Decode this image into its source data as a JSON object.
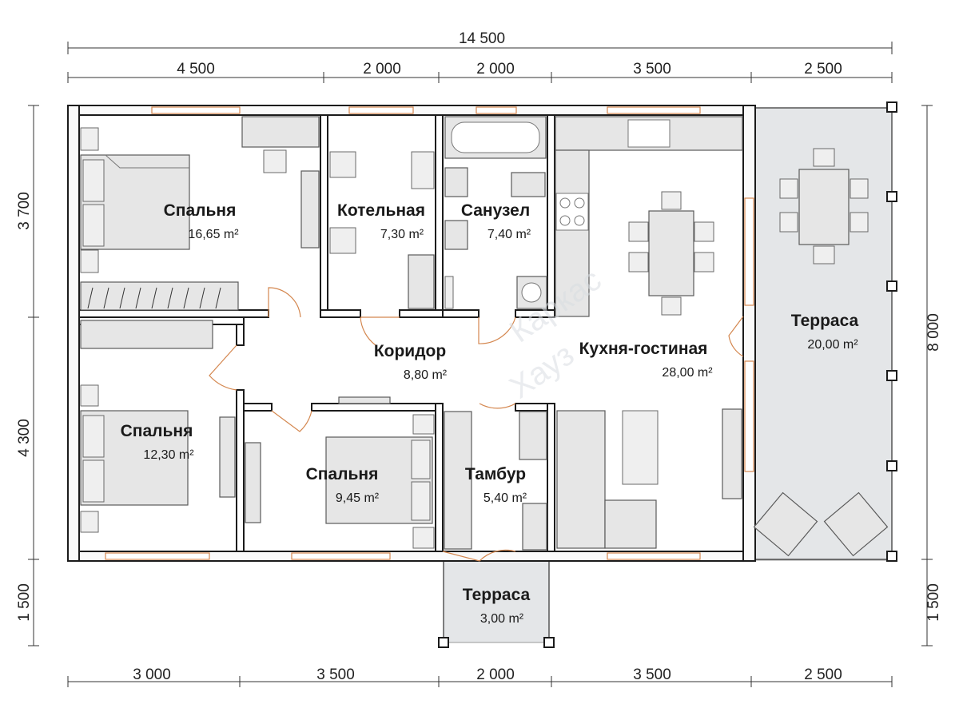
{
  "watermark": [
    "Каркас",
    "Хауз"
  ],
  "dimensions": {
    "overall_width": "14 500",
    "top": [
      "4 500",
      "2 000",
      "2 000",
      "3 500",
      "2 500"
    ],
    "bottom": [
      "3 000",
      "3 500",
      "2 000",
      "3 500",
      "2 500"
    ],
    "left": [
      "3 700",
      "4 300",
      "1 500"
    ],
    "right": [
      "8 000",
      "1 500"
    ]
  },
  "rooms": [
    {
      "name": "Спальня",
      "area": "16,65 m²"
    },
    {
      "name": "Котельная",
      "area": "7,30 m²"
    },
    {
      "name": "Санузел",
      "area": "7,40 m²"
    },
    {
      "name": "Кухня-гостиная",
      "area": "28,00 m²"
    },
    {
      "name": "Терраса",
      "area": "20,00 m²"
    },
    {
      "name": "Коридор",
      "area": "8,80 m²"
    },
    {
      "name": "Спальня",
      "area": "12,30 m²"
    },
    {
      "name": "Спальня",
      "area": "9,45 m²"
    },
    {
      "name": "Тамбур",
      "area": "5,40 m²"
    },
    {
      "name": "Терраса",
      "area": "3,00 m²"
    }
  ]
}
